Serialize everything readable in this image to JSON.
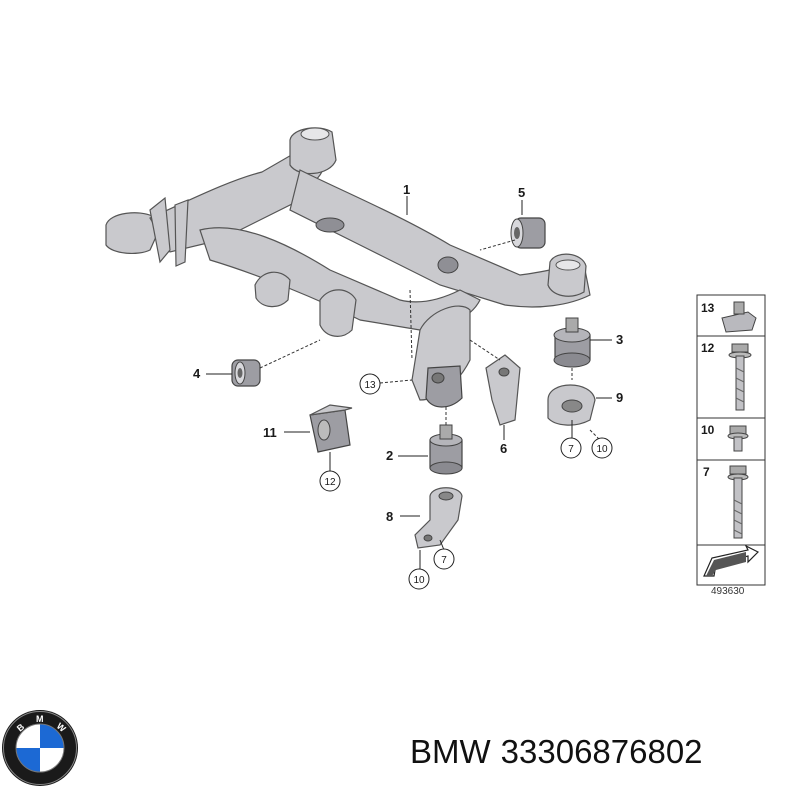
{
  "diagram": {
    "callouts": {
      "c1": "1",
      "c2": "2",
      "c3": "3",
      "c4": "4",
      "c5": "5",
      "c6": "6",
      "c8": "8",
      "c9": "9",
      "c11": "11"
    },
    "circled": {
      "c13": "13",
      "c12": "12",
      "c7a": "7",
      "c10a": "10",
      "c7b": "7",
      "c10b": "10"
    },
    "sidebar": [
      {
        "num": "13"
      },
      {
        "num": "12"
      },
      {
        "num": "10"
      },
      {
        "num": "7"
      }
    ],
    "diagram_id": "493630"
  },
  "caption": {
    "brand": "BMW",
    "part_number": "33306876802"
  },
  "colors": {
    "metal": "#c9c9cd",
    "outline": "#555555",
    "bmw_blue": "#1c69d4"
  }
}
